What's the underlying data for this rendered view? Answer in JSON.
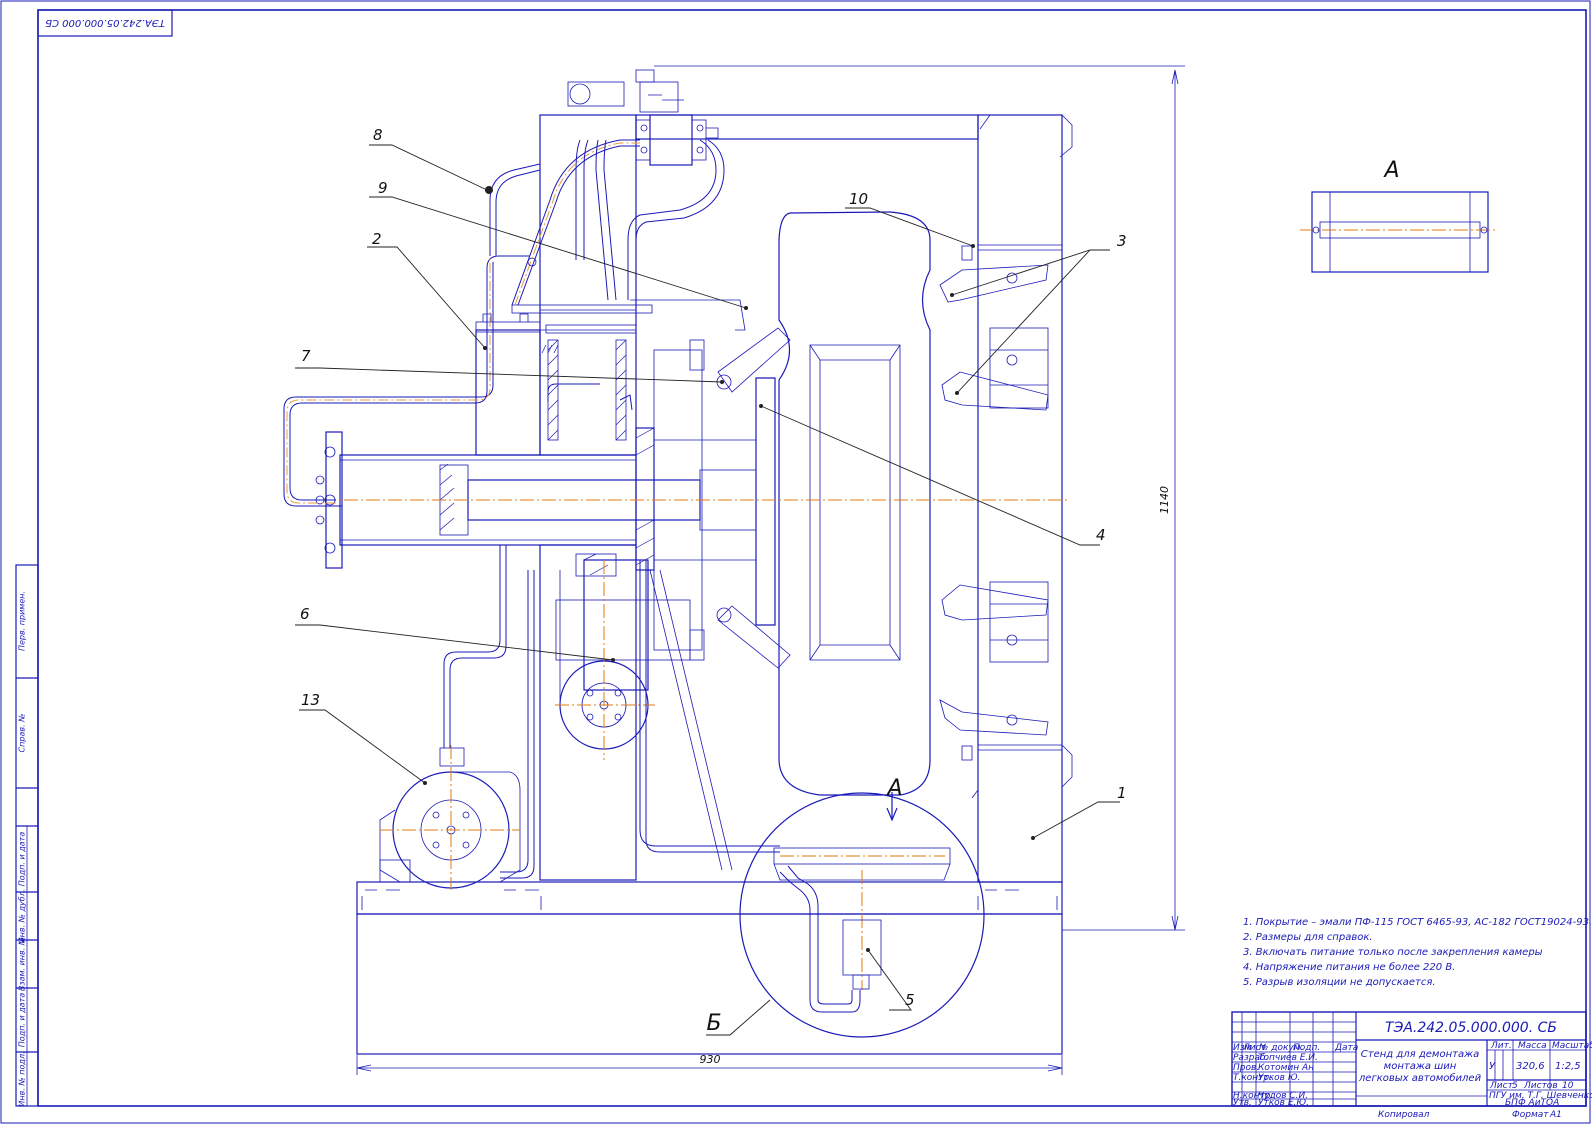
{
  "stamp": {
    "designation_rotated": "ТЭА.242.05.000.000 СБ"
  },
  "section_view": {
    "label": "А"
  },
  "callouts": [
    {
      "id": "1",
      "text": "1"
    },
    {
      "id": "2",
      "text": "2"
    },
    {
      "id": "3",
      "text": "3"
    },
    {
      "id": "4",
      "text": "4"
    },
    {
      "id": "5",
      "text": "5"
    },
    {
      "id": "6",
      "text": "6"
    },
    {
      "id": "7",
      "text": "7"
    },
    {
      "id": "8",
      "text": "8"
    },
    {
      "id": "9",
      "text": "9"
    },
    {
      "id": "10",
      "text": "10"
    },
    {
      "id": "13",
      "text": "13"
    }
  ],
  "view_marks": {
    "section": "А",
    "detail": "Б"
  },
  "dimensions": {
    "height": "1140",
    "width": "930"
  },
  "notes": [
    "1. Покрытие – эмали ПФ-115 ГОСТ 6465-93, АС-182 ГОСТ19024-93.",
    "2. Размеры для справок.",
    "3. Включать питание только после закрепления камеры",
    "4. Напряжение питания не более 220 В.",
    "5. Разрыв изоляции не допускается."
  ],
  "title_block": {
    "designation": "ТЭА.242.05.000.000. СБ",
    "name_lines": [
      "Стенд для демонтажа",
      "монтажа шин",
      "легковых автомобилей"
    ],
    "col_headers": [
      "Изм",
      "Лист",
      "№ докум.",
      "Подп.",
      "Дата"
    ],
    "roles": [
      {
        "role": "Разраб.",
        "name": "Топчиев Е.И."
      },
      {
        "role": "Пров.",
        "name": "Котомин Ан"
      },
      {
        "role": "Т.контр.",
        "name": "Утков Ю."
      },
      {
        "role": "Н.контр.",
        "name": "Чудов С.И."
      },
      {
        "role": "Утв.",
        "name": "Утков Е.Ю."
      }
    ],
    "lit_header": "Лит.",
    "mass_header": "Масса",
    "scale_header": "Масштаб",
    "lit_value": "У",
    "mass_value": "320,6",
    "scale_value": "1:2,5",
    "sheet_label": "Лист",
    "sheet_value": "5",
    "sheets_label": "Листов",
    "sheets_value": "10",
    "org_line1": "ПГУ им. Т.Г. Шевченко",
    "org_line2": "БПФ  АиТОА",
    "copied": "Копировал",
    "format_label": "Формат",
    "format_value": "А1"
  },
  "side_stamp": [
    "Перв. примен.",
    "Справ. №",
    "Подп. и дата",
    "Инв. № дубл.",
    "Взам. инв. №",
    "Подп. и дата",
    "Инв. № подл."
  ]
}
